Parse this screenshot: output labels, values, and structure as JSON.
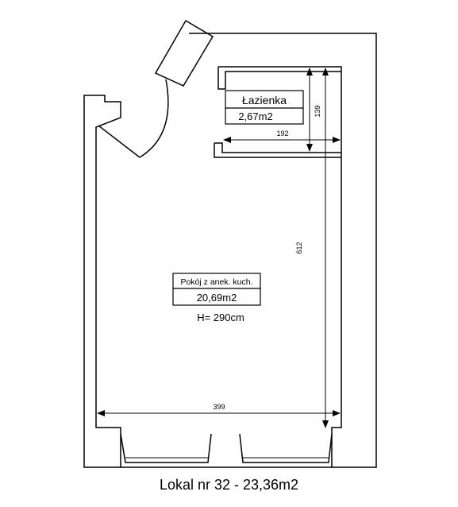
{
  "rooms": {
    "bathroom": {
      "name": "Łazienka",
      "area": "2,67m2"
    },
    "living": {
      "name": "Pokój z anek. kuch.",
      "area": "20,69m2",
      "height": "H= 290cm"
    }
  },
  "dimensions": {
    "bathroom_height": "139",
    "bathroom_width": "192",
    "room_length": "612",
    "room_width": "399"
  },
  "caption": "Lokal nr 32 - 23,36m2"
}
